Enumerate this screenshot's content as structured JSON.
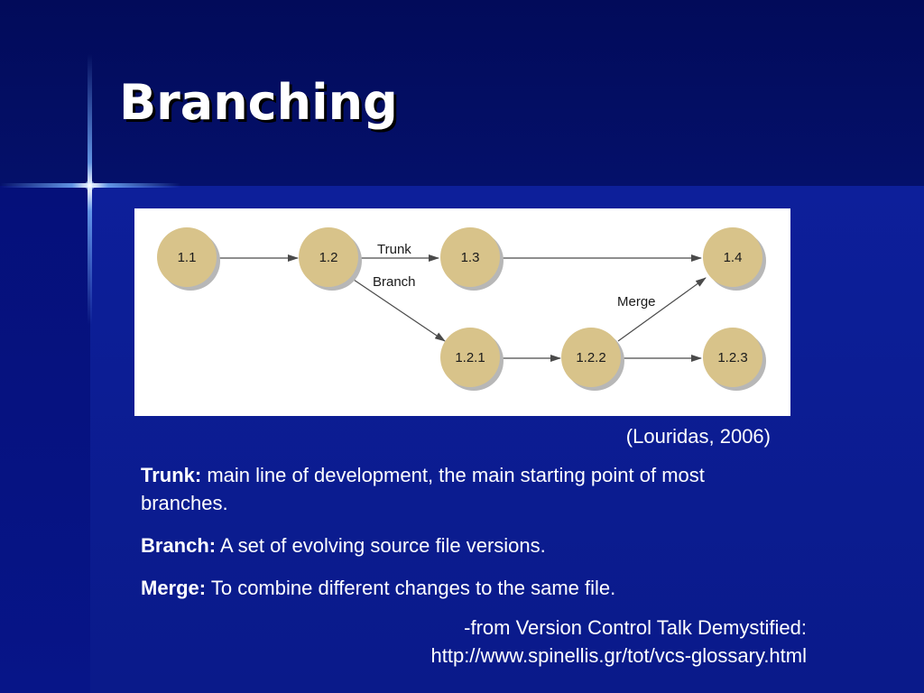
{
  "slide": {
    "title": "Branching",
    "citation": "(Louridas, 2006)",
    "definitions": [
      {
        "term": "Trunk:",
        "text": "main line of development, the main starting point of most branches."
      },
      {
        "term": "Branch:",
        "text": "A set of evolving source file versions."
      },
      {
        "term": "Merge:",
        "text": "To combine different changes to the same file."
      }
    ],
    "source_line1": "-from Version Control Talk Demystified:",
    "source_line2": "http://www.spinellis.gr/tot/vcs-glossary.html"
  },
  "diagram": {
    "nodes": [
      {
        "id": "n11",
        "label": "1.1"
      },
      {
        "id": "n12",
        "label": "1.2"
      },
      {
        "id": "n13",
        "label": "1.3"
      },
      {
        "id": "n14",
        "label": "1.4"
      },
      {
        "id": "n121",
        "label": "1.2.1"
      },
      {
        "id": "n122",
        "label": "1.2.2"
      },
      {
        "id": "n123",
        "label": "1.2.3"
      }
    ],
    "edge_labels": {
      "trunk": "Trunk",
      "branch": "Branch",
      "merge": "Merge"
    }
  },
  "colors": {
    "node_fill": "#d8c38a",
    "node_shadow": "#b7b7b7",
    "arrow": "#4a4a4a",
    "text": "#ffffff"
  }
}
